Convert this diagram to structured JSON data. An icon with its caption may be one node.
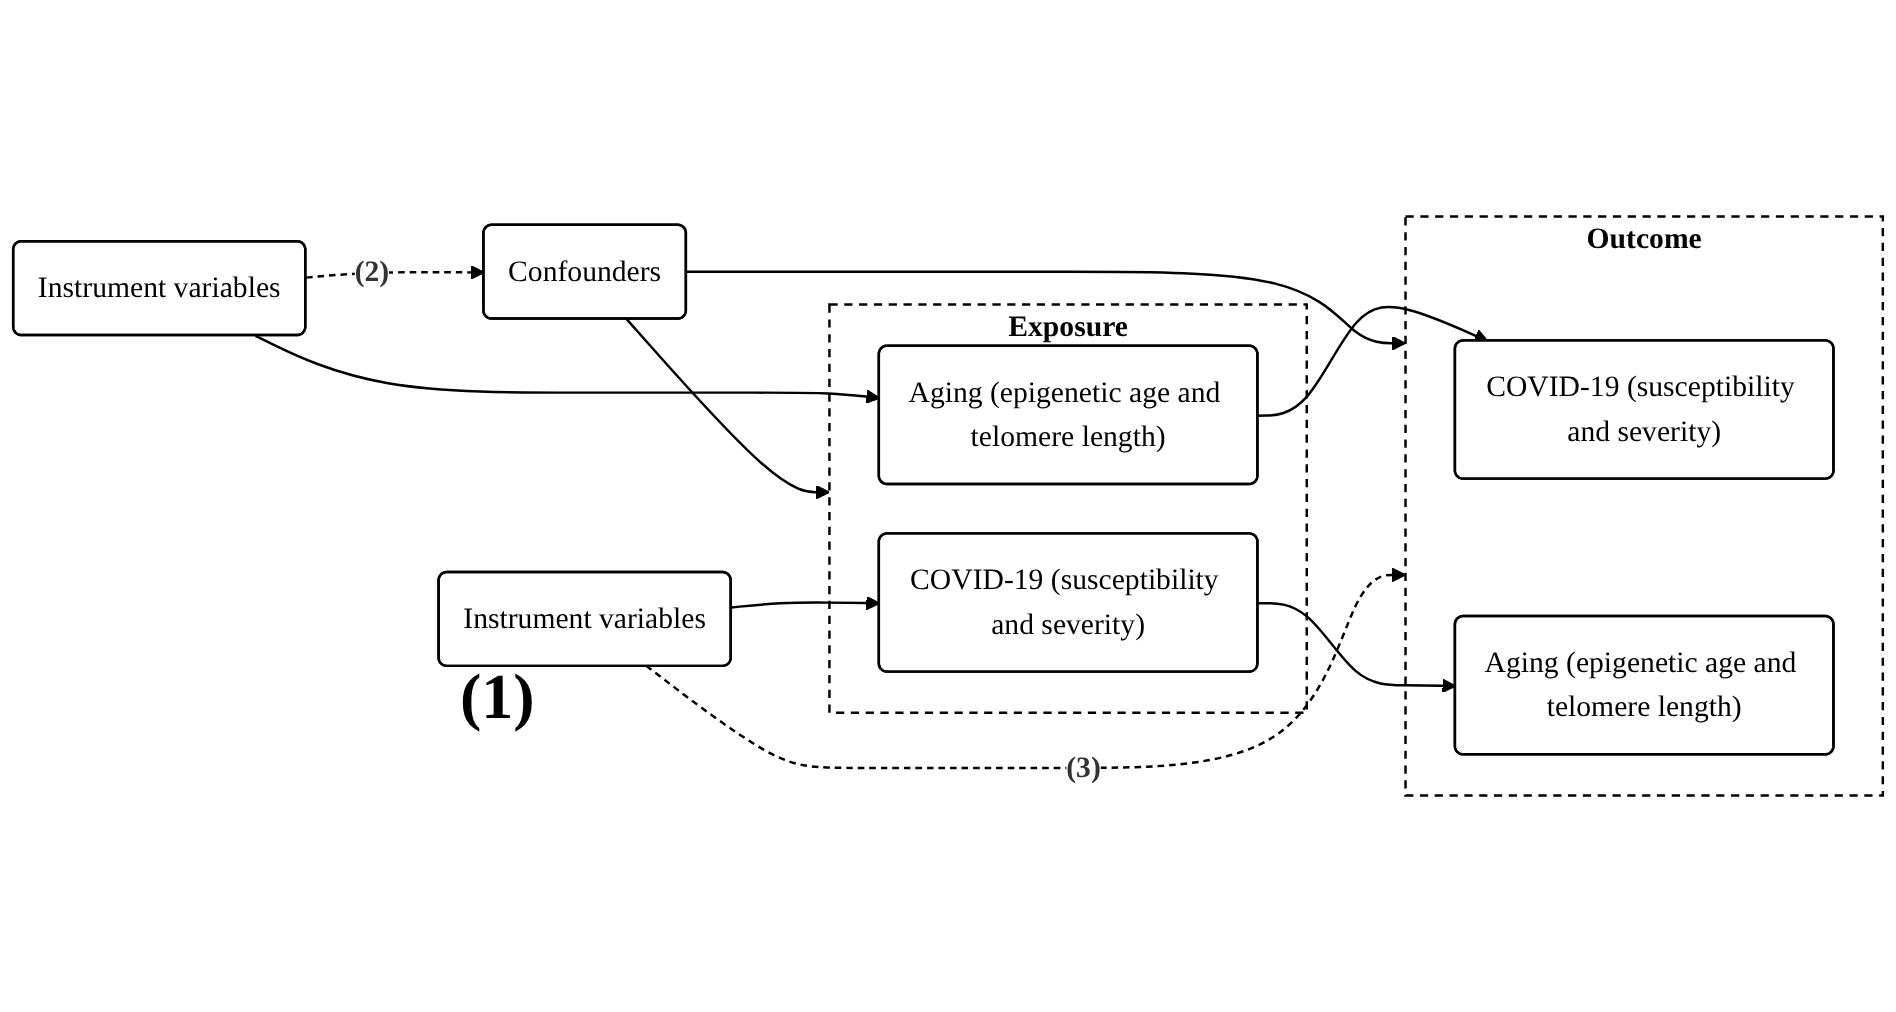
{
  "diagram": {
    "nodes": [
      {
        "text": [
          "Confounders"
        ]
      },
      {
        "text": [
          "Exposure"
        ]
      },
      {
        "text": [
          "Aging (epigenetic age and telomere length)"
        ],
        "in": 1
      },
      {
        "text": [
          "COVID-19 (susceptibility and severity)"
        ],
        "in": 1
      },
      {
        "text": [
          "Outcome"
        ]
      },
      {
        "text": [
          "COVID-19 (susceptibility and severity)"
        ],
        "in": 4
      },
      {
        "text": [
          "Aging (epigenetic age and telomere length)"
        ],
        "in": 4
      },
      {
        "text": [
          "Instrument variables"
        ]
      },
      {
        "text": [
          "Instrument variables"
        ]
      }
    ],
    "edges": [
      {
        "from": 7,
        "to": 0,
        "arrow": "to",
        "style": "dashed",
        "label": "(2)"
      },
      {
        "from": 0,
        "to": 1,
        "arrow": "to"
      },
      {
        "from": 0,
        "to": 4,
        "arrow": "to"
      },
      {
        "from": 7,
        "to": 2,
        "arrow": "to"
      },
      {
        "from": 2,
        "to": 5,
        "arrow": "to"
      },
      {
        "from": 8,
        "to": 3,
        "arrow": "to"
      },
      {
        "from": 3,
        "to": 6,
        "arrow": "to"
      },
      {
        "from": 8,
        "to": 4,
        "arrow": "to",
        "style": "dashed",
        "label": "(3)"
      }
    ],
    "labels": [
      "(1)"
    ]
  }
}
